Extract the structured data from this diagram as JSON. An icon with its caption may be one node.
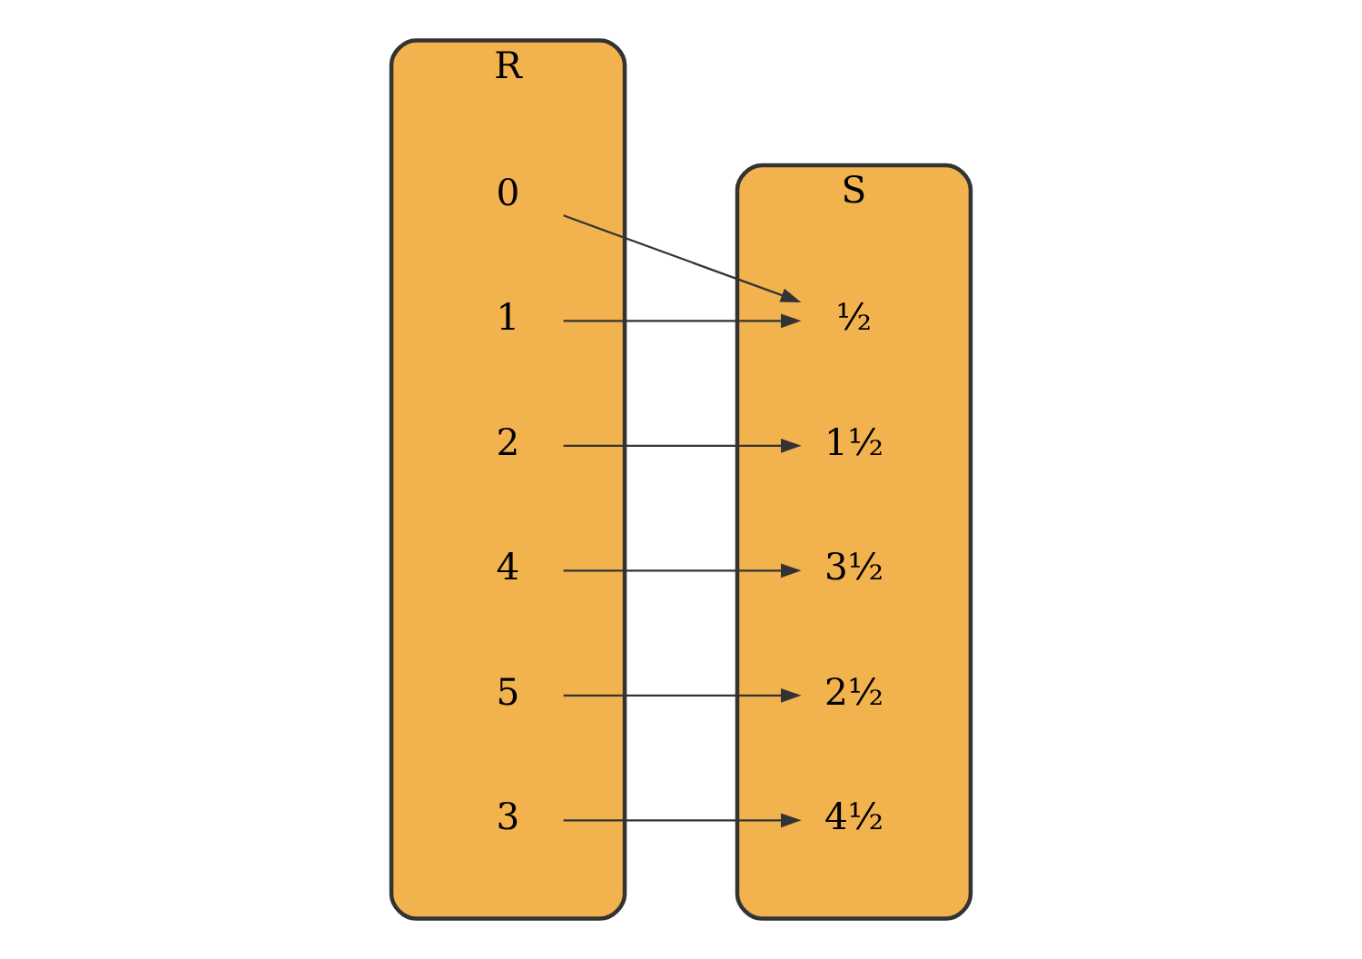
{
  "diagram": {
    "nodes": [
      {
        "text": [
          "R"
        ]
      },
      {
        "text": [
          "S"
        ]
      },
      {
        "text": [
          "0"
        ],
        "in": 0
      },
      {
        "text": [
          "1"
        ],
        "in": 0
      },
      {
        "text": [
          "2"
        ],
        "in": 0
      },
      {
        "text": [
          "4"
        ],
        "in": 0
      },
      {
        "text": [
          "5"
        ],
        "in": 0
      },
      {
        "text": [
          "3"
        ],
        "in": 0
      },
      {
        "text": [
          "½"
        ],
        "in": 1
      },
      {
        "text": [
          "2½"
        ],
        "in": 1
      },
      {
        "text": [
          "1½"
        ],
        "in": 1
      },
      {
        "text": [
          "3½"
        ],
        "in": 1
      },
      {
        "text": [
          "4½"
        ],
        "in": 1
      }
    ],
    "edges": [
      {
        "from": 2,
        "to": 8,
        "arrow": "to"
      },
      {
        "from": 3,
        "to": 8,
        "arrow": "to"
      },
      {
        "from": 4,
        "to": 10,
        "arrow": "to"
      },
      {
        "from": 5,
        "to": 11,
        "arrow": "to"
      },
      {
        "from": 6,
        "to": 9,
        "arrow": "to"
      },
      {
        "from": 7,
        "to": 12,
        "arrow": "to"
      }
    ]
  }
}
